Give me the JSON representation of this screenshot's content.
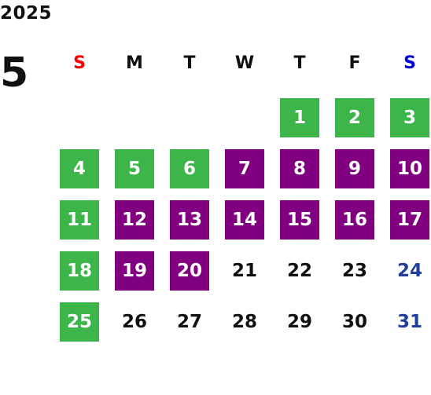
{
  "calendar": {
    "year": "2025",
    "month": "5",
    "weekday_headers": [
      {
        "label": "S",
        "color": "#ff0000"
      },
      {
        "label": "M",
        "color": "#111111"
      },
      {
        "label": "T",
        "color": "#111111"
      },
      {
        "label": "W",
        "color": "#111111"
      },
      {
        "label": "T",
        "color": "#111111"
      },
      {
        "label": "F",
        "color": "#111111"
      },
      {
        "label": "S",
        "color": "#0000dd"
      }
    ],
    "highlight_colors": {
      "green": "#3cb54a",
      "purple": "#800080",
      "saturday_text": "#1f3f9a"
    },
    "days": [
      {
        "label": "1",
        "state": "green"
      },
      {
        "label": "2",
        "state": "green"
      },
      {
        "label": "3",
        "state": "green"
      },
      {
        "label": "4",
        "state": "green"
      },
      {
        "label": "5",
        "state": "green"
      },
      {
        "label": "6",
        "state": "green"
      },
      {
        "label": "7",
        "state": "purple"
      },
      {
        "label": "8",
        "state": "purple"
      },
      {
        "label": "9",
        "state": "purple"
      },
      {
        "label": "10",
        "state": "purple"
      },
      {
        "label": "11",
        "state": "green"
      },
      {
        "label": "12",
        "state": "purple"
      },
      {
        "label": "13",
        "state": "purple"
      },
      {
        "label": "14",
        "state": "purple"
      },
      {
        "label": "15",
        "state": "purple"
      },
      {
        "label": "16",
        "state": "purple"
      },
      {
        "label": "17",
        "state": "purple"
      },
      {
        "label": "18",
        "state": "green"
      },
      {
        "label": "19",
        "state": "purple"
      },
      {
        "label": "20",
        "state": "purple"
      },
      {
        "label": "21",
        "state": "plain"
      },
      {
        "label": "22",
        "state": "plain"
      },
      {
        "label": "23",
        "state": "plain"
      },
      {
        "label": "24",
        "state": "sat-plain"
      },
      {
        "label": "25",
        "state": "green"
      },
      {
        "label": "26",
        "state": "plain"
      },
      {
        "label": "27",
        "state": "plain"
      },
      {
        "label": "28",
        "state": "plain"
      },
      {
        "label": "29",
        "state": "plain"
      },
      {
        "label": "30",
        "state": "plain"
      },
      {
        "label": "31",
        "state": "sat-plain"
      }
    ]
  }
}
